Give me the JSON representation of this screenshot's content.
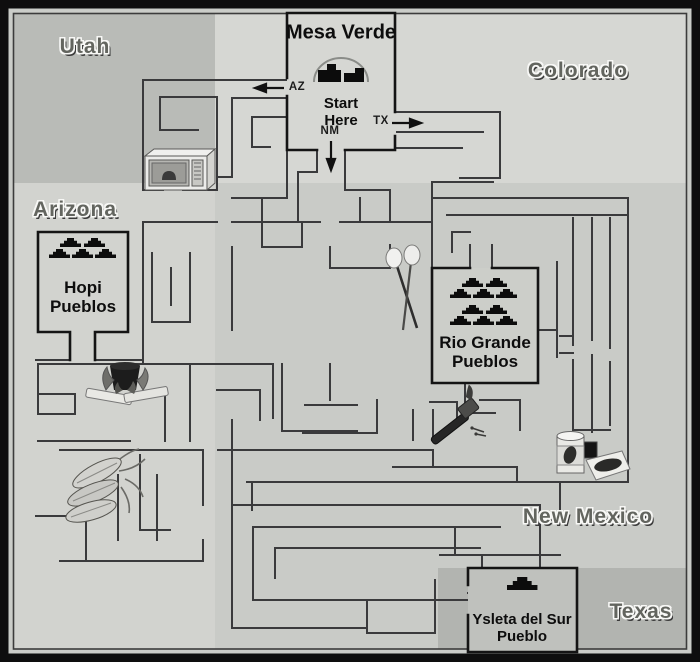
{
  "regions": {
    "utah": {
      "label": "Utah"
    },
    "colorado": {
      "label": "Colorado"
    },
    "arizona": {
      "label": "Arizona"
    },
    "new_mexico": {
      "label": "New Mexico"
    },
    "texas": {
      "label": "Texas"
    }
  },
  "start_box": {
    "title": "Mesa Verde",
    "subtitle": "Start Here",
    "icon": "cliff-dwelling-icon"
  },
  "exits": {
    "az": {
      "label": "AZ",
      "direction": "left"
    },
    "nm": {
      "label": "NM",
      "direction": "down"
    },
    "tx": {
      "label": "TX",
      "direction": "right"
    }
  },
  "destinations": {
    "hopi": {
      "name": "Hopi Pueblos",
      "icon": "pueblo-buildings-icon"
    },
    "rio_grande": {
      "name": "Rio Grande Pueblos",
      "icon": "pueblo-buildings-icon"
    },
    "ysleta": {
      "name": "Ysleta del Sur Pueblo",
      "icon": "pueblo-building-icon"
    }
  },
  "illustrations": [
    {
      "name": "microwave-illustration"
    },
    {
      "name": "drum-beaters-illustration"
    },
    {
      "name": "cooking-pot-on-fire-illustration"
    },
    {
      "name": "corn-illustration"
    },
    {
      "name": "hammer-and-nails-illustration"
    },
    {
      "name": "canned-food-illustration"
    }
  ],
  "colors": {
    "utah_bg": "#b9bbb7",
    "colorado_bg": "#d6d7d3",
    "arizona_bg": "#d2d3cf",
    "new_mexico_bg": "#c9cbc7",
    "texas_bg": "#b2b4b0",
    "maze_wall": "#3a3a3c",
    "box_border": "#141414",
    "frame": "#0e0e0e",
    "state_label_fill": "#63655f"
  }
}
